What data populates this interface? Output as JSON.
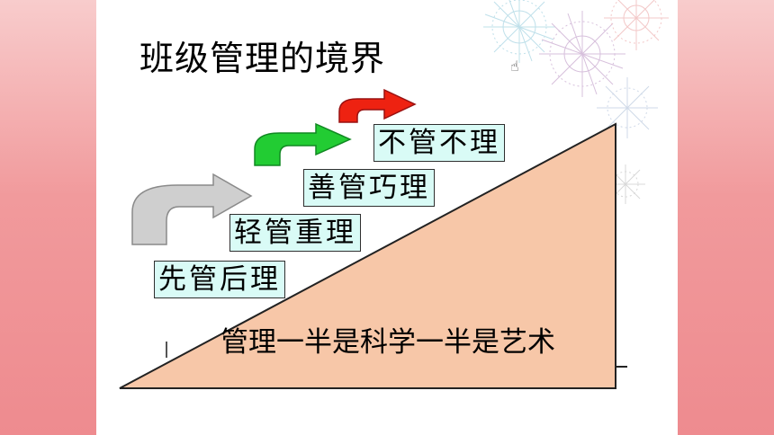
{
  "slide": {
    "title": "班级管理的境界",
    "steps": [
      {
        "label": "先管后理"
      },
      {
        "label": "轻管重理"
      },
      {
        "label": "善管巧理"
      },
      {
        "label": "不管不理"
      }
    ],
    "caption": "管理一半是科学一半是艺术"
  },
  "colors": {
    "background_pink": "#ee8b8f",
    "ramp_fill": "#f7c7a8",
    "step_fill": "#d9fbf6",
    "arrow_gray": "#cfcfcf",
    "arrow_green": "#22cc33",
    "arrow_red": "#ee2211"
  },
  "icons": {
    "cursor": "hand-cursor-icon",
    "decoration": "fireworks-decoration"
  }
}
